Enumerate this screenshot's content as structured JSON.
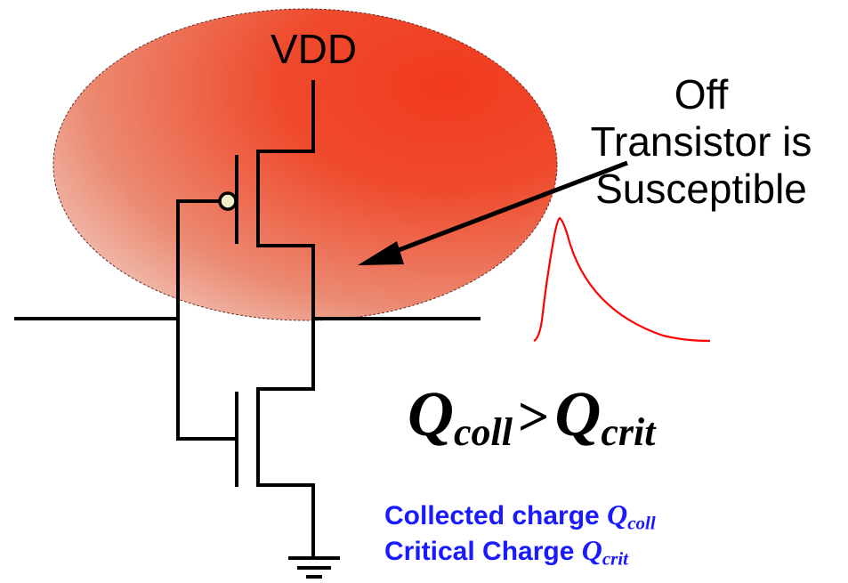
{
  "labels": {
    "vdd": "VDD",
    "note_lines": [
      "Off",
      "Transistor is",
      "Susceptible"
    ]
  },
  "equation": {
    "lhs_symbol": "Q",
    "lhs_sub": "coll",
    "operator": ">",
    "rhs_symbol": "Q",
    "rhs_sub": "crit"
  },
  "definitions": [
    {
      "text": "Collected charge ",
      "symbol": "Q",
      "sub": "coll"
    },
    {
      "text": "Critical Charge ",
      "symbol": "Q",
      "sub": "crit"
    }
  ],
  "colors": {
    "strike_region": "#f03820",
    "pulse_curve": "#ff0000",
    "wire": "#000000",
    "definition_text": "#1a1aff"
  }
}
